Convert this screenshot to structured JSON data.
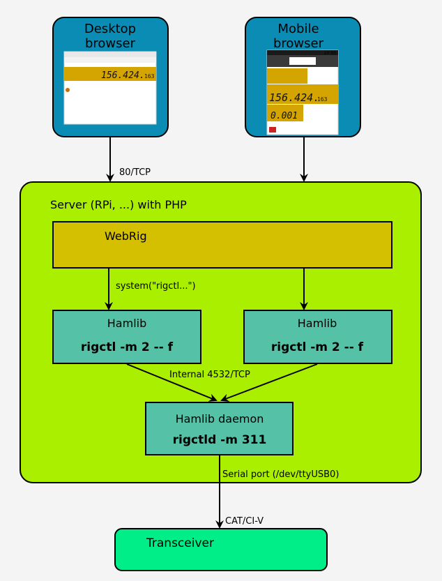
{
  "desktop": {
    "title_line1": "Desktop",
    "title_line2": "browser",
    "screen_freq": "156.424.",
    "screen_freq_small": "163"
  },
  "mobile": {
    "title_line1": "Mobile",
    "title_line2": "browser",
    "status_time": "20:50",
    "screen_freq": "156.424.",
    "screen_freq_small": "163",
    "screen_freq2": "0.001"
  },
  "connections": {
    "desktop_to_server": "80/TCP",
    "webrig_to_hamlib": "system(\"rigctl...\")",
    "hamlib_to_daemon": "Internal 4532/TCP",
    "daemon_serial": "Serial port (/dev/ttyUSB0)",
    "to_transceiver": "CAT/CI-V"
  },
  "server": {
    "label": "Server (RPi, ...) with PHP"
  },
  "webrig": {
    "label": "WebRig"
  },
  "hamlib_left": {
    "title": "Hamlib",
    "command": "rigctl -m 2 -- f"
  },
  "hamlib_right": {
    "title": "Hamlib",
    "command": "rigctl -m 2 -- f"
  },
  "daemon": {
    "title": "Hamlib daemon",
    "command": "rigctld -m 311"
  },
  "transceiver": {
    "label": "Transceiver"
  },
  "colors": {
    "browser_box": "#0a8cb4",
    "server_box": "#aaee00",
    "webrig_box": "#d4c000",
    "hamlib_box": "#55c2a8",
    "transceiver_box": "#00ee88",
    "screen_display": "#d4a400"
  }
}
